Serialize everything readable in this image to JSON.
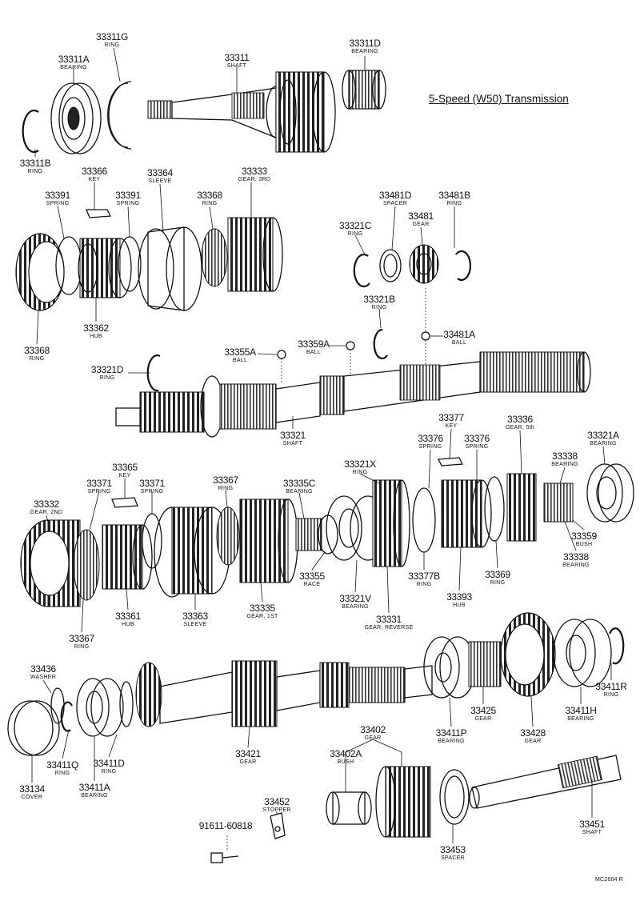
{
  "title": "5-Speed (W50) Transmission",
  "ref_code": "MC2604 R",
  "callouts": [
    {
      "id": "c33311G",
      "num": "33311G",
      "name": "RING"
    },
    {
      "id": "c33311A",
      "num": "33311A",
      "name": "BEARING"
    },
    {
      "id": "c33311",
      "num": "33311",
      "name": "SHAFT"
    },
    {
      "id": "c33311D",
      "num": "33311D",
      "name": "BEARING"
    },
    {
      "id": "c33311B",
      "num": "33311B",
      "name": "RING"
    },
    {
      "id": "c33366",
      "num": "33366",
      "name": "KEY"
    },
    {
      "id": "c33364",
      "num": "33364",
      "name": "SLEEVE"
    },
    {
      "id": "c33333",
      "num": "33333",
      "name": "GEAR, 3RD"
    },
    {
      "id": "c33391a",
      "num": "33391",
      "name": "SPRING"
    },
    {
      "id": "c33391b",
      "num": "33391",
      "name": "SPRING"
    },
    {
      "id": "c33368a",
      "num": "33368",
      "name": "RING"
    },
    {
      "id": "c33362",
      "num": "33362",
      "name": "HUB"
    },
    {
      "id": "c33368b",
      "num": "33368",
      "name": "RING"
    },
    {
      "id": "c33481D",
      "num": "33481D",
      "name": "SPACER"
    },
    {
      "id": "c33481B",
      "num": "33481B",
      "name": "RING"
    },
    {
      "id": "c33481",
      "num": "33481",
      "name": "GEAR"
    },
    {
      "id": "c33321C",
      "num": "33321C",
      "name": "RING"
    },
    {
      "id": "c33321B",
      "num": "33321B",
      "name": "RING"
    },
    {
      "id": "c33359A",
      "num": "33359A",
      "name": "BALL"
    },
    {
      "id": "c33355A",
      "num": "33355A",
      "name": "BALL"
    },
    {
      "id": "c33481A",
      "num": "33481A",
      "name": "BALL"
    },
    {
      "id": "c33321D",
      "num": "33321D",
      "name": "RING"
    },
    {
      "id": "c33321",
      "num": "33321",
      "name": "SHAFT"
    },
    {
      "id": "c33377",
      "num": "33377",
      "name": "KEY"
    },
    {
      "id": "c33336",
      "num": "33336",
      "name": "GEAR, 5th"
    },
    {
      "id": "c33376a",
      "num": "33376",
      "name": "SPRING"
    },
    {
      "id": "c33376b",
      "num": "33376",
      "name": "SPRING"
    },
    {
      "id": "c33321A",
      "num": "33321A",
      "name": "BEARING"
    },
    {
      "id": "c33338a",
      "num": "33338",
      "name": "BEARING"
    },
    {
      "id": "c33365",
      "num": "33365",
      "name": "KEY"
    },
    {
      "id": "c33371a",
      "num": "33371",
      "name": "SPRING"
    },
    {
      "id": "c33371b",
      "num": "33371",
      "name": "SPRING"
    },
    {
      "id": "c33367a",
      "num": "33367",
      "name": "RING"
    },
    {
      "id": "c33335C",
      "num": "33335C",
      "name": "BEARING"
    },
    {
      "id": "c33321X",
      "num": "33321X",
      "name": "RING"
    },
    {
      "id": "c33332",
      "num": "33332",
      "name": "GEAR, 2ND"
    },
    {
      "id": "c33359",
      "num": "33359",
      "name": "BUSH"
    },
    {
      "id": "c33338b",
      "num": "33338",
      "name": "BEARING"
    },
    {
      "id": "c33355",
      "num": "33355",
      "name": "RACE"
    },
    {
      "id": "c33377B",
      "num": "33377B",
      "name": "RING"
    },
    {
      "id": "c33369",
      "num": "33369",
      "name": "RING"
    },
    {
      "id": "c33321V",
      "num": "33321V",
      "name": "BEARING"
    },
    {
      "id": "c33393",
      "num": "33393",
      "name": "HUB"
    },
    {
      "id": "c33361",
      "num": "33361",
      "name": "HUB"
    },
    {
      "id": "c33363",
      "num": "33363",
      "name": "SLEEVE"
    },
    {
      "id": "c33335",
      "num": "33335",
      "name": "GEAR, 1ST"
    },
    {
      "id": "c33331",
      "num": "33331",
      "name": "GEAR, REVERSE"
    },
    {
      "id": "c33367b",
      "num": "33367",
      "name": "RING"
    },
    {
      "id": "c33436",
      "num": "33436",
      "name": "WASHER"
    },
    {
      "id": "c33411R",
      "num": "33411R",
      "name": "RING"
    },
    {
      "id": "c33425",
      "num": "33425",
      "name": "GEAR"
    },
    {
      "id": "c33411H",
      "num": "33411H",
      "name": "BEARING"
    },
    {
      "id": "c33411P",
      "num": "33411P",
      "name": "BEARING"
    },
    {
      "id": "c33428",
      "num": "33428",
      "name": "GEAR"
    },
    {
      "id": "c33421",
      "num": "33421",
      "name": "GEAR"
    },
    {
      "id": "c33411Q",
      "num": "33411Q",
      "name": "RING"
    },
    {
      "id": "c33411D",
      "num": "33411D",
      "name": "RING"
    },
    {
      "id": "c33134",
      "num": "33134",
      "name": "COVER"
    },
    {
      "id": "c33411A",
      "num": "33411A",
      "name": "BEARING"
    },
    {
      "id": "c33402",
      "num": "33402",
      "name": "GEAR"
    },
    {
      "id": "c33402A",
      "num": "33402A",
      "name": "BUSH"
    },
    {
      "id": "c33452",
      "num": "33452",
      "name": "STOPPER"
    },
    {
      "id": "c91611",
      "num": "91611-60818",
      "name": ""
    },
    {
      "id": "c33451",
      "num": "33451",
      "name": "SHAFT"
    },
    {
      "id": "c33453",
      "num": "33453",
      "name": "SPACER"
    }
  ]
}
